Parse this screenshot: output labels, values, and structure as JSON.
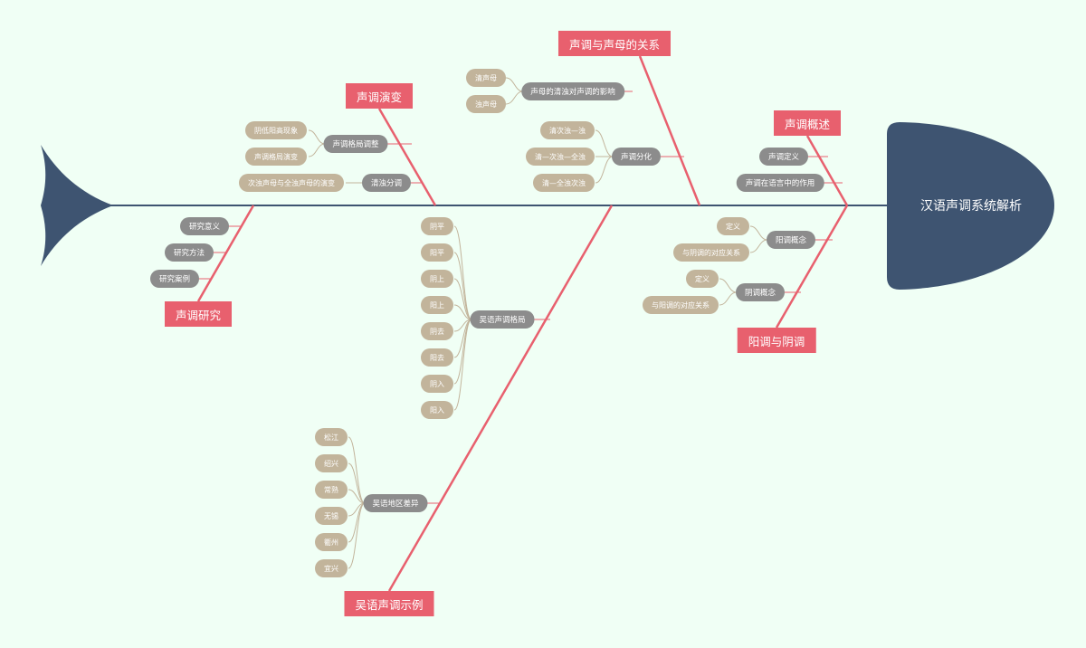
{
  "title": "汉语声调系统解析",
  "colors": {
    "spine": "#3e5471",
    "category": "#e8606e",
    "mid": "#8c8c8c",
    "leaf": "#c2b49b",
    "background": "#f0fff5"
  },
  "categories": [
    {
      "id": "overview",
      "label": "声调概述",
      "subs": [
        {
          "label": "声调定义",
          "leaves": []
        },
        {
          "label": "声调在语言中的作用",
          "leaves": []
        }
      ]
    },
    {
      "id": "yangyin",
      "label": "阳调与阴调",
      "subs": [
        {
          "label": "阳调概念",
          "leaves": [
            "定义",
            "与阴调的对应关系"
          ]
        },
        {
          "label": "阴调概念",
          "leaves": [
            "定义",
            "与阳调的对应关系"
          ]
        }
      ]
    },
    {
      "id": "shengmu",
      "label": "声调与声母的关系",
      "subs": [
        {
          "label": "声母的清浊对声调的影响",
          "leaves": [
            "清声母",
            "浊声母"
          ]
        },
        {
          "label": "声调分化",
          "leaves": [
            "清次浊—浊",
            "清—次浊—全浊",
            "清—全浊次浊"
          ]
        }
      ]
    },
    {
      "id": "wuyu",
      "label": "吴语声调示例",
      "subs": [
        {
          "label": "吴语声调格局",
          "leaves": [
            "阴平",
            "阳平",
            "阴上",
            "阳上",
            "阴去",
            "阳去",
            "阴入",
            "阳入"
          ]
        },
        {
          "label": "吴语地区差异",
          "leaves": [
            "松江",
            "绍兴",
            "常熟",
            "无锡",
            "衢州",
            "宜兴"
          ]
        }
      ]
    },
    {
      "id": "yanbian",
      "label": "声调演变",
      "subs": [
        {
          "label": "声调格局调整",
          "leaves": [
            "阴低阳高现象",
            "声调格局演变"
          ]
        },
        {
          "label": "清浊分调",
          "leaves": [
            "次浊声母与全浊声母的演变"
          ]
        }
      ]
    },
    {
      "id": "yanjiu",
      "label": "声调研究",
      "subs": [
        {
          "label": "研究意义",
          "leaves": []
        },
        {
          "label": "研究方法",
          "leaves": []
        },
        {
          "label": "研究案例",
          "leaves": []
        }
      ]
    }
  ]
}
